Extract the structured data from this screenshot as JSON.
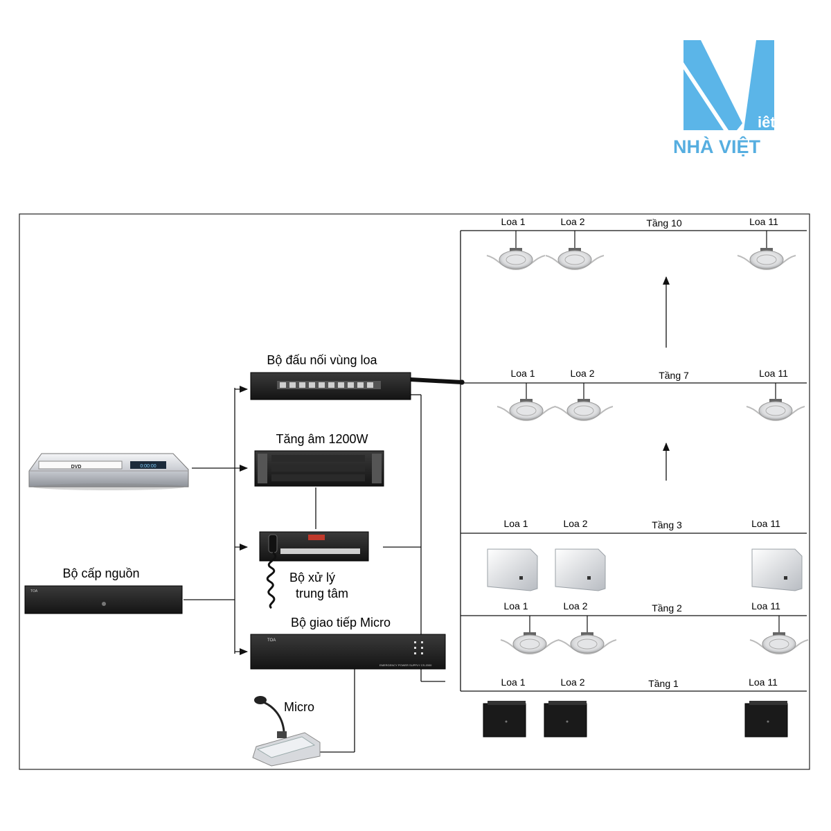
{
  "logo": {
    "letter_word": "iêt",
    "brand_name": "NHÀ VIỆT",
    "colors": {
      "primary": "#5bb5e8",
      "text": "#56aee0"
    }
  },
  "equipment": {
    "speaker_zone_connector": "Bộ đấu nối vùng loa",
    "amplifier": "Tăng âm 1200W",
    "processor_line1": "Bộ xử lý",
    "processor_line2": "trung tâm",
    "power_supply": "Bộ cấp nguồn",
    "mic_interface": "Bộ giao tiếp Micro",
    "microphone": "Micro"
  },
  "device_marks": {
    "dvd": "DVD",
    "time": "0:00:00",
    "brand": "TOA",
    "power_supply_model": "EMERGENCY POWER SUPPLY  CS-2000"
  },
  "floors": [
    {
      "name": "Tầng 10",
      "speaker_type": "ceiling",
      "speakers": [
        "Loa 1",
        "Loa 2",
        "Loa 11"
      ]
    },
    {
      "name": "Tầng 7",
      "speaker_type": "ceiling",
      "speakers": [
        "Loa 1",
        "Loa 2",
        "Loa 11"
      ]
    },
    {
      "name": "Tầng 3",
      "speaker_type": "wall-white",
      "speakers": [
        "Loa 1",
        "Loa 2",
        "Loa 11"
      ]
    },
    {
      "name": "Tầng 2",
      "speaker_type": "ceiling",
      "speakers": [
        "Loa 1",
        "Loa 2",
        "Loa 11"
      ]
    },
    {
      "name": "Tầng 1",
      "speaker_type": "box-black",
      "speakers": [
        "Loa 1",
        "Loa 2",
        "Loa 11"
      ]
    }
  ]
}
